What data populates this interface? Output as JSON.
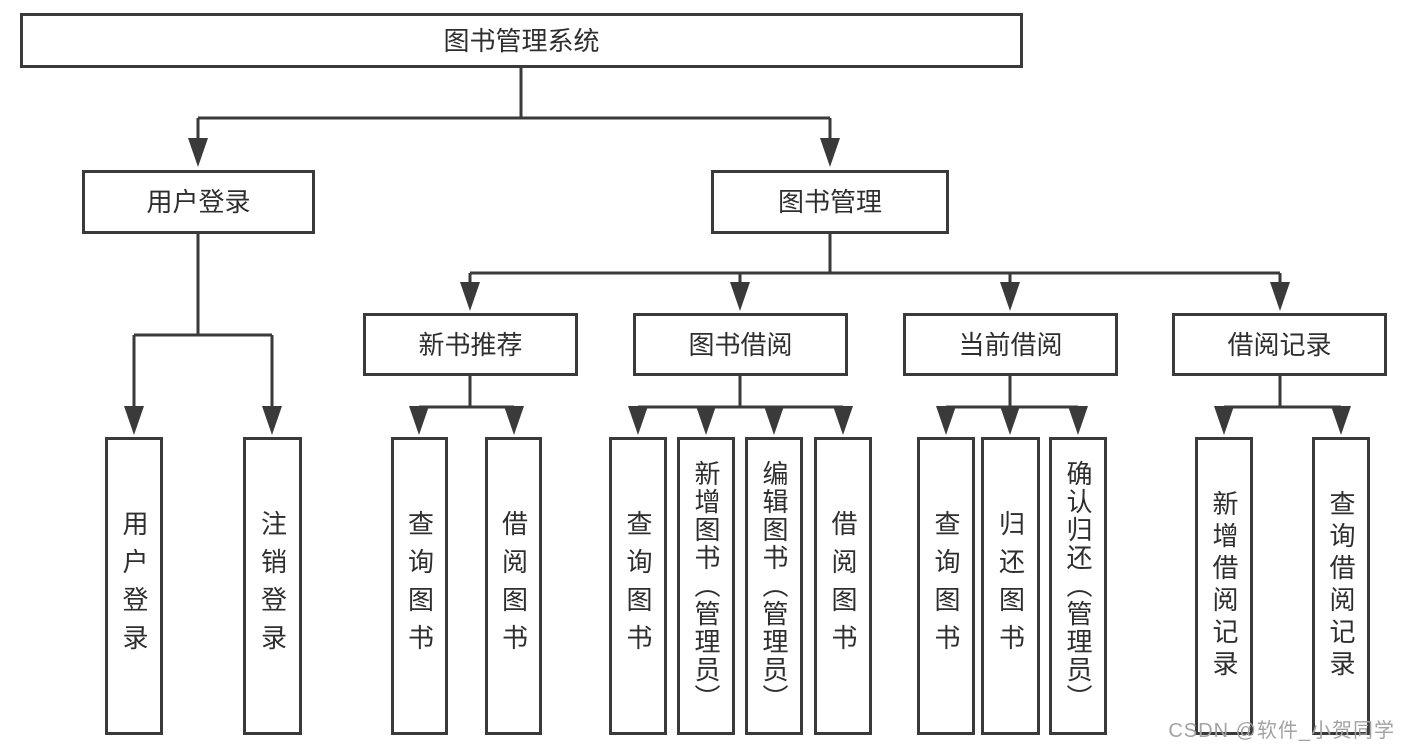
{
  "diagram": {
    "root": {
      "label": "图书管理系统"
    },
    "branches": {
      "user_login": {
        "label": "用户登录",
        "children": [
          {
            "label": "用户登录"
          },
          {
            "label": "注销登录"
          }
        ]
      },
      "book_management": {
        "label": "图书管理",
        "children": [
          {
            "label": "新书推荐",
            "children": [
              {
                "label": "查询图书"
              },
              {
                "label": "借阅图书"
              }
            ]
          },
          {
            "label": "图书借阅",
            "children": [
              {
                "label": "查询图书"
              },
              {
                "label": "新增图书（管理员）"
              },
              {
                "label": "编辑图书（管理员）"
              },
              {
                "label": "借阅图书"
              }
            ]
          },
          {
            "label": "当前借阅",
            "children": [
              {
                "label": "查询图书"
              },
              {
                "label": "归还图书"
              },
              {
                "label": "确认归还（管理员）"
              }
            ]
          },
          {
            "label": "借阅记录",
            "children": [
              {
                "label": "新增借阅记录"
              },
              {
                "label": "查询借阅记录"
              }
            ]
          }
        ]
      }
    }
  },
  "watermark": {
    "text": "CSDN @软件_小贺同学",
    "color": "#a3a3a3"
  },
  "colors": {
    "line": "#3a3a3a",
    "text": "#2e2e2e",
    "background": "#ffffff"
  }
}
